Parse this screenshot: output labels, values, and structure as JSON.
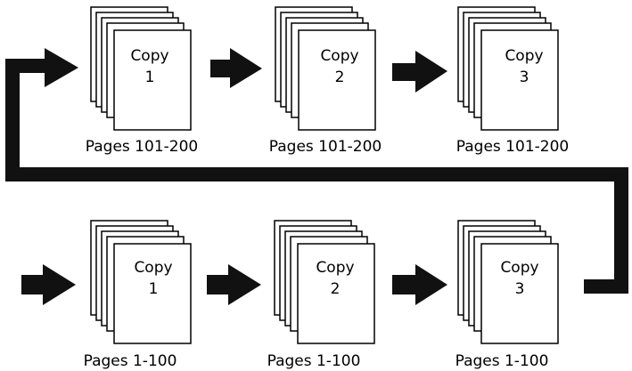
{
  "rows": [
    {
      "name": "top",
      "stacks": [
        {
          "copy_label": "Copy",
          "copy_number": "1",
          "pages_label": "Pages 101-200"
        },
        {
          "copy_label": "Copy",
          "copy_number": "2",
          "pages_label": "Pages 101-200"
        },
        {
          "copy_label": "Copy",
          "copy_number": "3",
          "pages_label": "Pages 101-200"
        }
      ]
    },
    {
      "name": "bottom",
      "stacks": [
        {
          "copy_label": "Copy",
          "copy_number": "1",
          "pages_label": "Pages 1-100"
        },
        {
          "copy_label": "Copy",
          "copy_number": "2",
          "pages_label": "Pages 1-100"
        },
        {
          "copy_label": "Copy",
          "copy_number": "3",
          "pages_label": "Pages 1-100"
        }
      ]
    }
  ],
  "colors": {
    "ink": "#111111",
    "paper": "#ffffff"
  }
}
